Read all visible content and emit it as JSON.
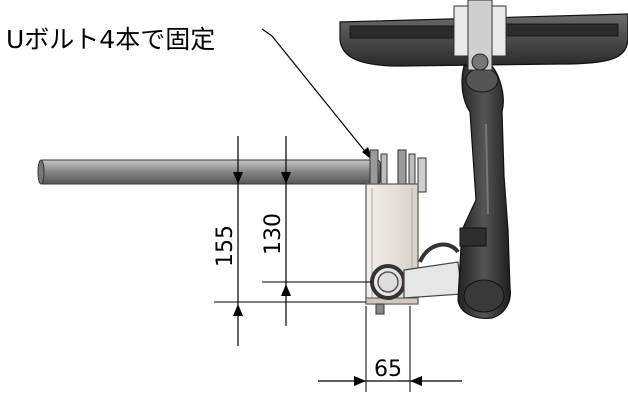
{
  "callout": {
    "text": "Uボルト4本で固定"
  },
  "dimensions": [
    {
      "id": "dim-155",
      "label": "155"
    },
    {
      "id": "dim-130",
      "label": "130"
    },
    {
      "id": "dim-65",
      "label": "65"
    }
  ],
  "colors": {
    "line": "#000000",
    "pipe": "#7c7c7c",
    "arm": "#3c3c3c",
    "monitor": "#4a4a4a",
    "bracket": "#ebe6e0"
  }
}
